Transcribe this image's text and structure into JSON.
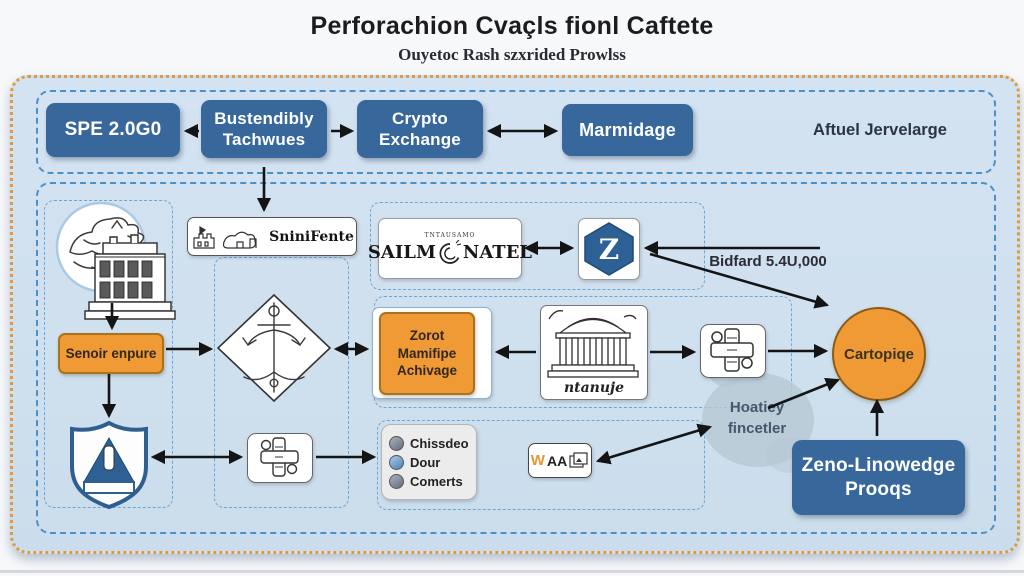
{
  "header": {
    "title": "Perforachion Cvaçls fionl Caftete",
    "subtitle": "Ouyetoc Rash szxrided Prowlss"
  },
  "colors": {
    "panel_background": "#cfe0ee",
    "panel_border_orange": "#dd9a3f",
    "region_border_blue": "#4a90c9",
    "node_blue": "#38679b",
    "node_orange": "#f09a36",
    "hexagon_blue": "#2d6094",
    "arrow_black": "#141414",
    "blob_gray": "#b5c8d3"
  },
  "top_row": {
    "box_spe": "SPE 2.0G0",
    "box_bustendibly": "Bustendibly\nTachwues",
    "box_crypto": "Crypto\nExchange",
    "box_marmidage": "Marmidage",
    "side_label": "Aftuel Jervelarge"
  },
  "identity": {
    "snini_label": "SniniFente",
    "sailm_small": "TNTAUSAMO",
    "sailm_left": "SAILM",
    "sailm_right": "NATEL",
    "z_letter": "Z",
    "bidfard_label": "Bidfard 5.4U,000"
  },
  "process": {
    "senoir_box": "Senoir enpure",
    "zorot_box": "Zorot\nMamifipe\nAchivage",
    "temple_caption": "ntanuje",
    "cartopiqe_circle": "Cartopiqe"
  },
  "bottom": {
    "list_items": [
      "Chissdeo",
      "Dour",
      "Comerts"
    ],
    "wa_w": "W",
    "wa_aa": "AA",
    "blob_label": "Hoatiey\nfincetler",
    "zk_box": "Zeno-Linowedge\nProoqs"
  },
  "icons": {
    "dragon_sketch": "scribbled dragon in circle",
    "building_sketch": "line-art bank building",
    "snini_castles": "small castle sketches",
    "sailm_swirl": "spiral emblem",
    "z_hexagon": "blue hexagon badge",
    "diamond_ornament": "ornate anchor diamond",
    "temple_sketch": "domed temple line-art",
    "connector_cross": "pipe cross connector",
    "shield_warning": "shield with triangle",
    "list_dots": [
      "sphere",
      "cloud",
      "sphere"
    ],
    "wa_photo": "stacked photos"
  }
}
